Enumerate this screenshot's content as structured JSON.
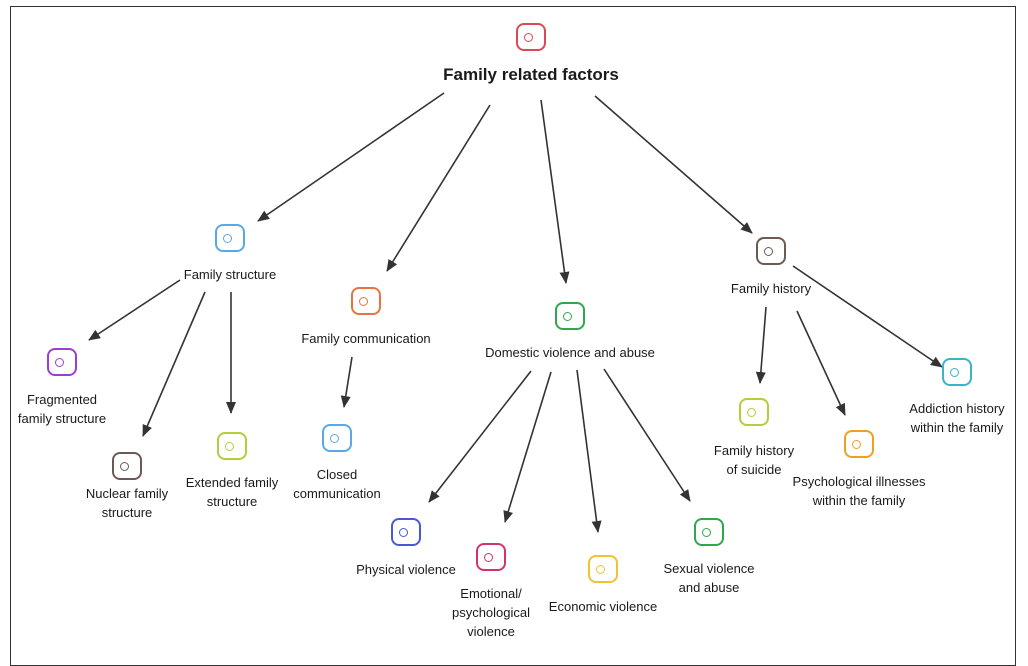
{
  "diagram": {
    "root": {
      "label": [
        "Family related factors"
      ],
      "color": "#d94a55"
    },
    "groups": [
      {
        "label": [
          "Family structure"
        ],
        "color": "#5aa9e6",
        "children": [
          {
            "label": [
              "Fragmented",
              "family structure"
            ],
            "color": "#9b3fd1"
          },
          {
            "label": [
              "Nuclear family",
              "structure"
            ],
            "color": "#6e5a52"
          },
          {
            "label": [
              "Extended family",
              "structure"
            ],
            "color": "#b5cc3c"
          }
        ]
      },
      {
        "label": [
          "Family communication"
        ],
        "color": "#e8733f",
        "children": [
          {
            "label": [
              "Closed",
              "communication"
            ],
            "color": "#5aa9e6"
          }
        ]
      },
      {
        "label": [
          "Domestic violence and abuse"
        ],
        "color": "#2ea84a",
        "children": [
          {
            "label": [
              "Physical violence"
            ],
            "color": "#4a58d6"
          },
          {
            "label": [
              "Emotional/",
              "psychological",
              "violence"
            ],
            "color": "#d2336f"
          },
          {
            "label": [
              "Economic violence"
            ],
            "color": "#f1c232"
          },
          {
            "label": [
              "Sexual violence",
              "and abuse"
            ],
            "color": "#2ea84a"
          }
        ]
      },
      {
        "label": [
          "Family history"
        ],
        "color": "#6e5a52",
        "children": [
          {
            "label": [
              "Family history",
              "of suicide"
            ],
            "color": "#b5cc3c"
          },
          {
            "label": [
              "Psychological illnesses",
              "within the family"
            ],
            "color": "#f0a021"
          },
          {
            "label": [
              "Addiction history",
              "within the family"
            ],
            "color": "#3bb3c8"
          }
        ]
      }
    ]
  }
}
